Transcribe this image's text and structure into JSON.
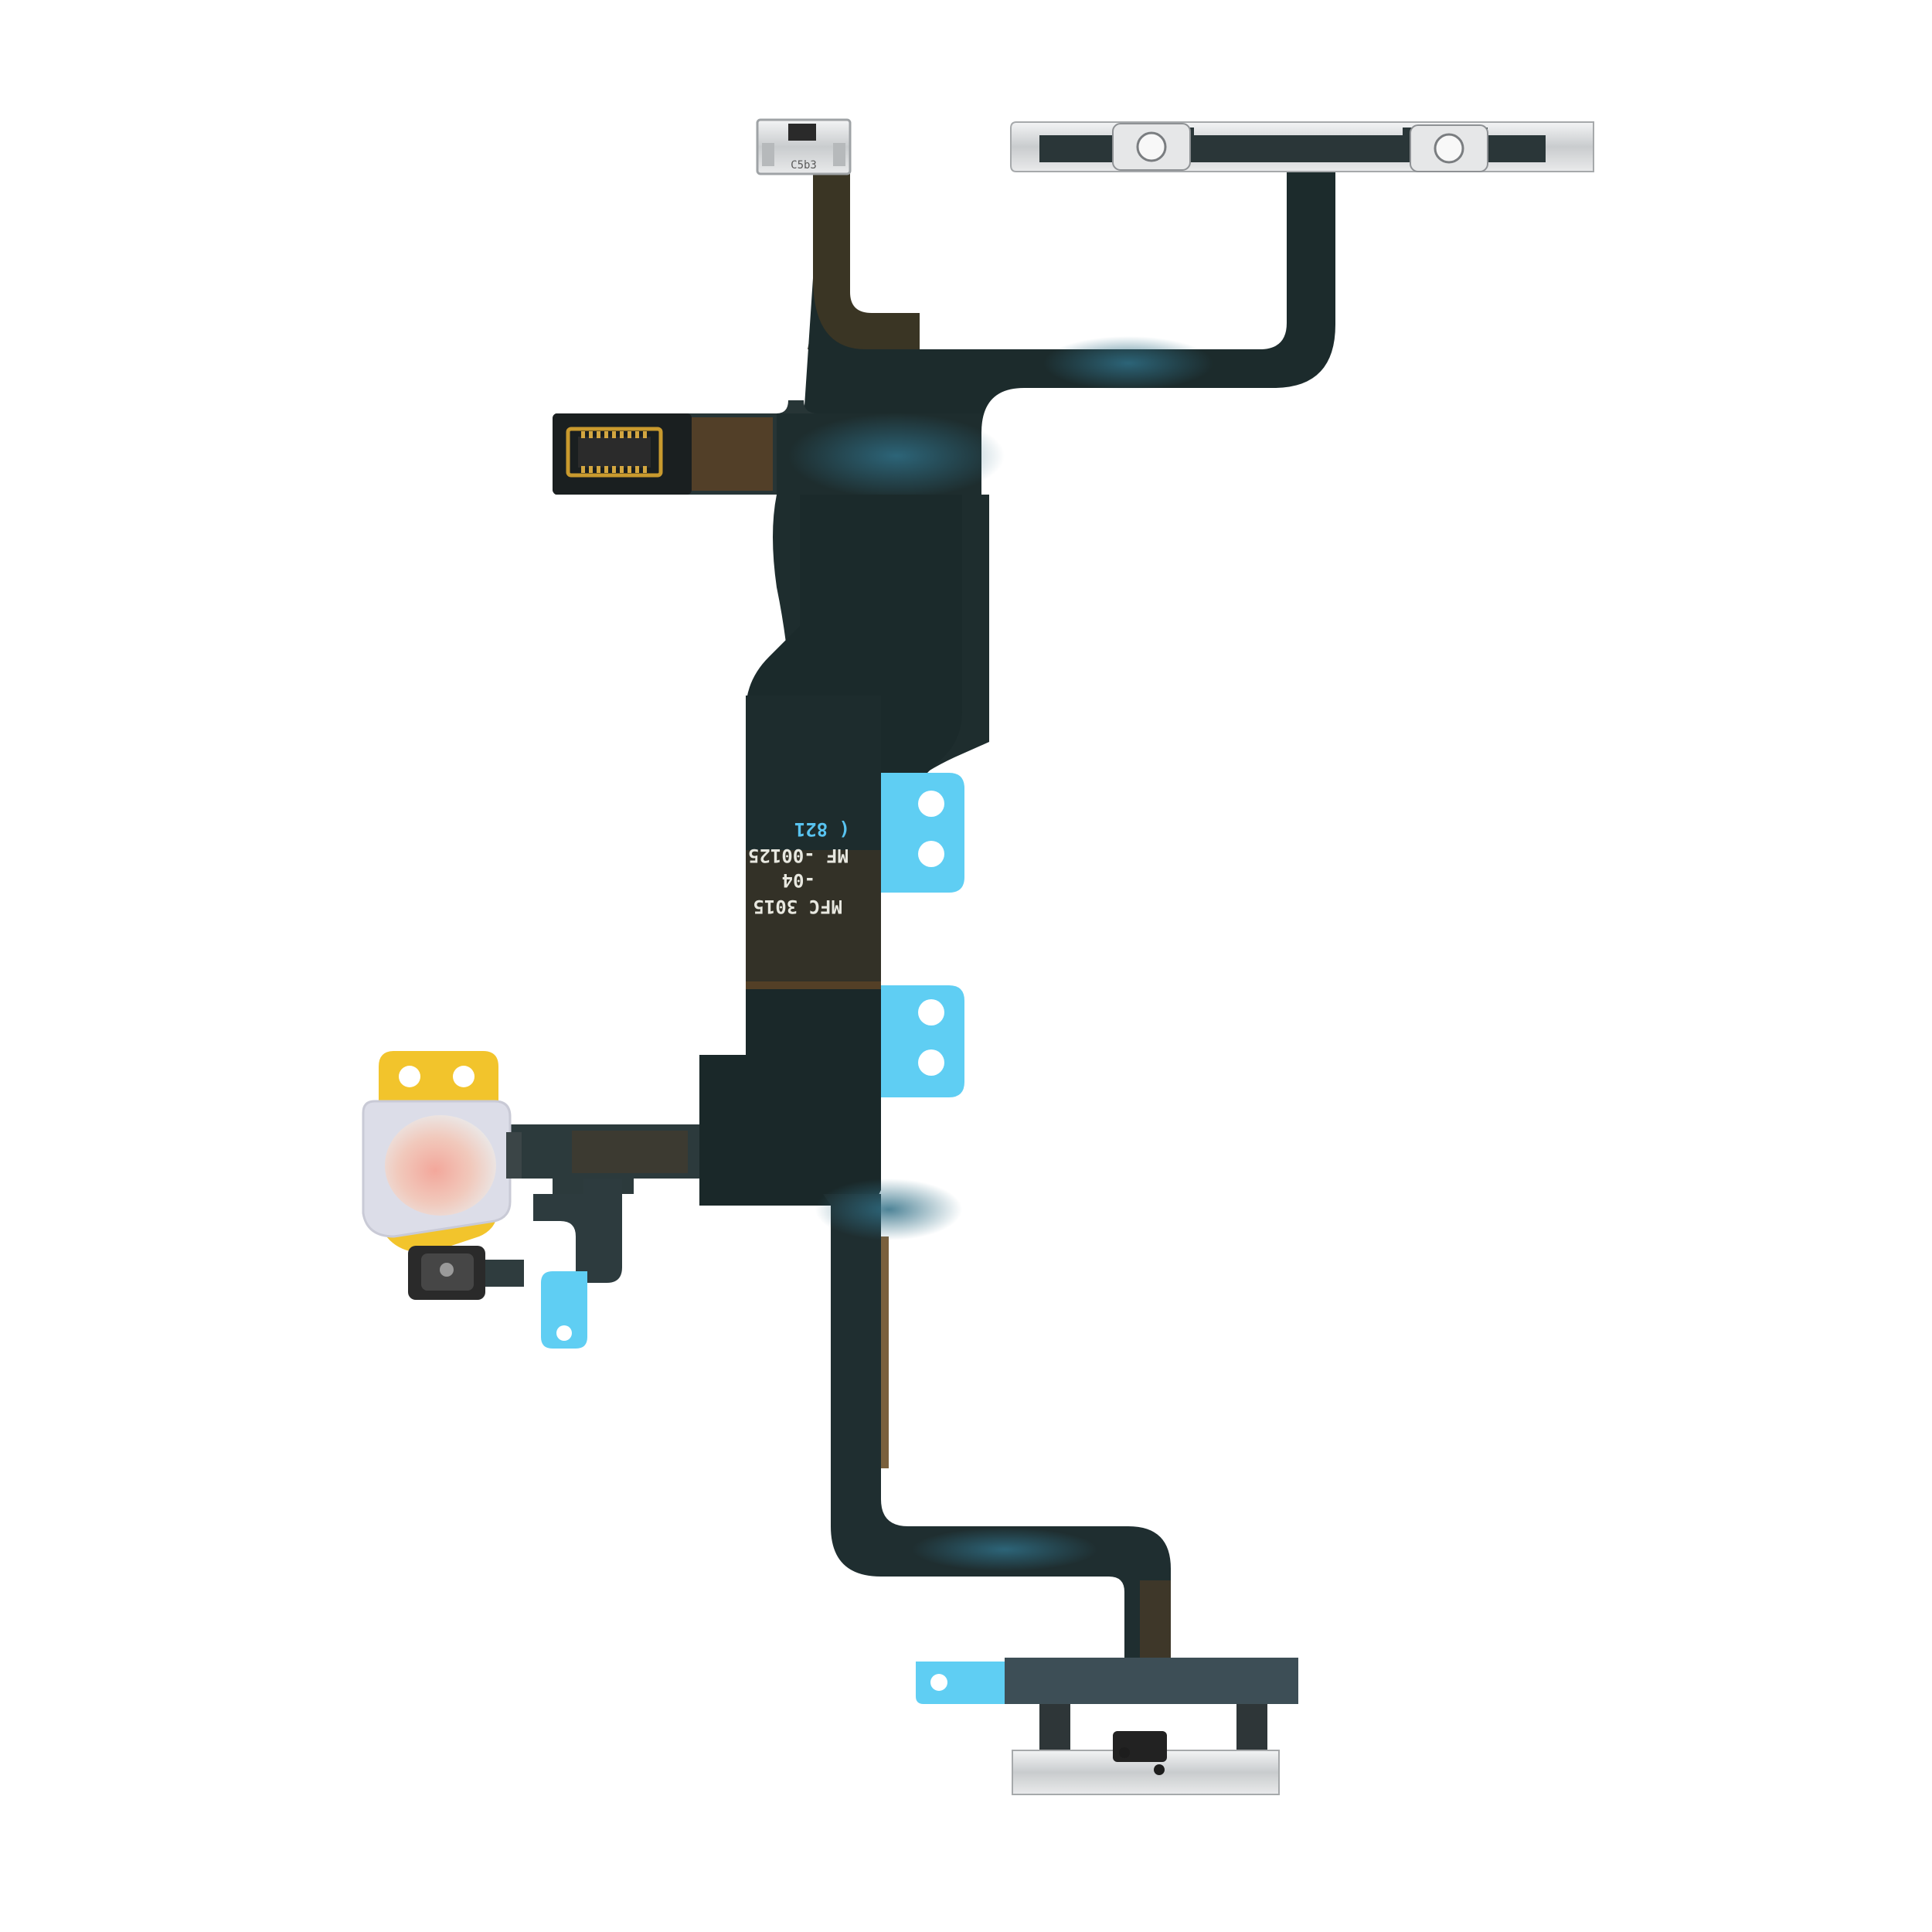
{
  "colors": {
    "background": "#ffffff",
    "flex_dark": "#1b2a2c",
    "flex_copper": "#5a4126",
    "flex_grey": "#3d4e56",
    "flex_teal": "#2f6e85",
    "adhesive_blue": "#5fcef3",
    "gold": "#c99a2e",
    "steel": "#d6d8da",
    "kapton_yellow": "#f2c42c",
    "diffuser": "#dcdde8",
    "silkscreen": "#e8e8e0",
    "silkscreen_blue": "#58c3f0"
  },
  "silkscreen": {
    "line_1": "MFC 3015",
    "line_2": "-04",
    "line_3": "MF -00125",
    "line_4": "( 821"
  },
  "chip_marking": "C5b3"
}
